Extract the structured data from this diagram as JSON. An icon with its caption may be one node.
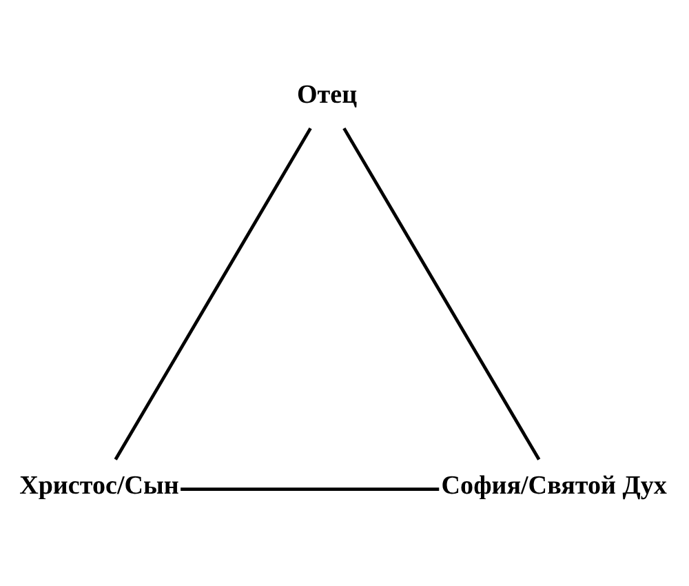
{
  "diagram": {
    "nodes": [
      {
        "text": [
          "Отец"
        ]
      },
      {
        "text": [
          "Христос/Сын"
        ]
      },
      {
        "text": [
          "София/Святой Дух"
        ]
      }
    ],
    "edges": [
      {
        "from": 0,
        "to": 1,
        "arrow": "none"
      },
      {
        "from": 0,
        "to": 2,
        "arrow": "none"
      },
      {
        "from": 1,
        "to": 2,
        "arrow": "none"
      }
    ]
  }
}
